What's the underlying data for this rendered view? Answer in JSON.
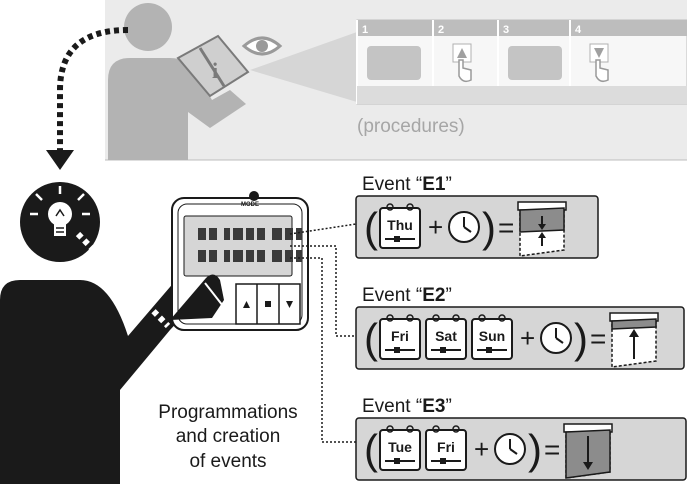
{
  "procedures": {
    "step_numbers": [
      "1",
      "2",
      "3",
      "4"
    ],
    "caption": "(procedures)"
  },
  "device": {
    "mode_label": "MODE"
  },
  "caption_lines": [
    "Programmations",
    "and creation",
    "of events"
  ],
  "events": [
    {
      "prefix": "Event “",
      "id": "E1",
      "suffix": "”",
      "days": [
        "Thu"
      ],
      "clock": "clock-icon",
      "result": "shutter-mid-icon"
    },
    {
      "prefix": "Event “",
      "id": "E2",
      "suffix": "”",
      "days": [
        "Fri",
        "Sat",
        "Sun"
      ],
      "clock": "clock-icon",
      "result": "shutter-open-icon"
    },
    {
      "prefix": "Event “",
      "id": "E3",
      "suffix": "”",
      "days": [
        "Tue",
        "Fri"
      ],
      "clock": "clock-icon",
      "result": "shutter-closed-icon"
    }
  ],
  "symbols": {
    "plus": "+",
    "equals": "=",
    "open_paren": "(",
    "close_paren": ")"
  },
  "colors": {
    "figure_dark": "#1a1a1a",
    "figure_light": "#b3b3b3",
    "panel": "#d6d6d6",
    "panel_light": "#ebebeb"
  }
}
